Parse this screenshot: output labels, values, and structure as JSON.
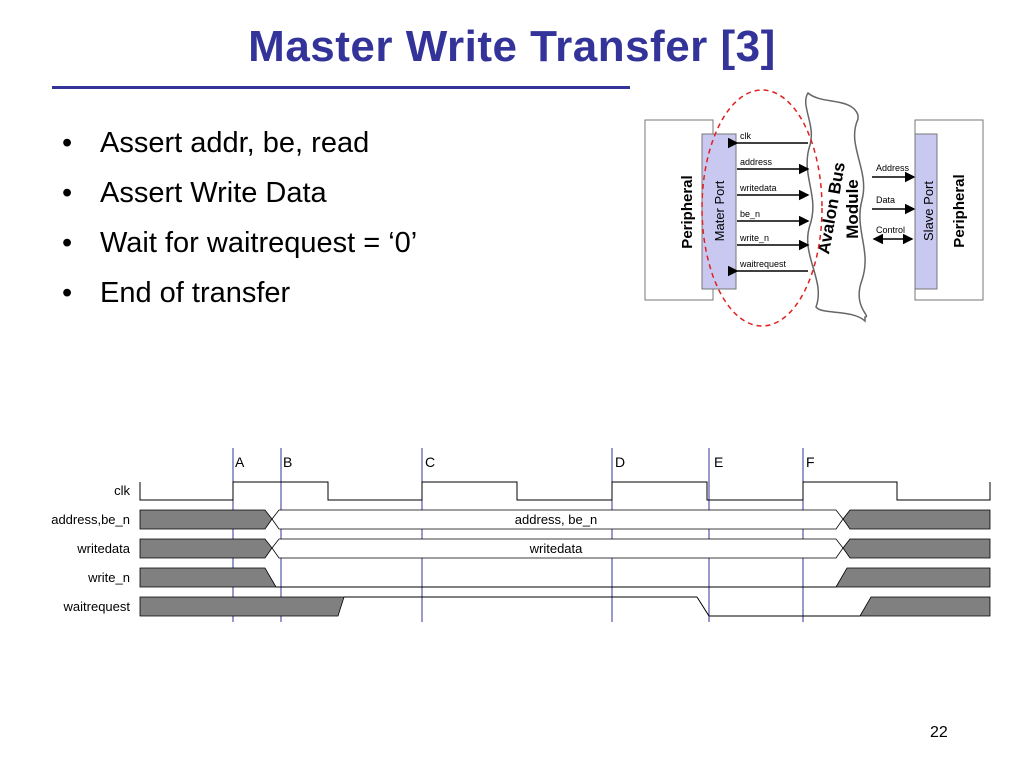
{
  "slide": {
    "title": "Master Write Transfer [3]",
    "page_number": "22",
    "bullets": [
      "Assert addr, be, read",
      "Assert Write Data",
      "Wait for waitrequest = ‘0’",
      "End of transfer"
    ]
  },
  "block_diagram": {
    "left_peripheral": "Peripheral",
    "master_port": "Mater Port",
    "bus_line1": "Avalon Bus",
    "bus_line2": "Module",
    "slave_port": "Slave Port",
    "right_peripheral": "Peripheral",
    "master_signals": [
      "clk",
      "address",
      "writedata",
      "be_n",
      "write_n",
      "waitrequest"
    ],
    "slave_signals": [
      "Address",
      "Data",
      "Control"
    ],
    "highlight_color": "#e02020",
    "port_fill": "#c8c8f0"
  },
  "timing": {
    "markers": [
      "A",
      "B",
      "C",
      "D",
      "E",
      "F"
    ],
    "signals": [
      "clk",
      "address,be_n",
      "writedata",
      "write_n",
      "waitrequest"
    ],
    "bus_values": {
      "address_be_n": "address, be_n",
      "writedata": "writedata"
    },
    "colors": {
      "marker_line": "#333399",
      "undefined_fill": "#808080"
    }
  }
}
